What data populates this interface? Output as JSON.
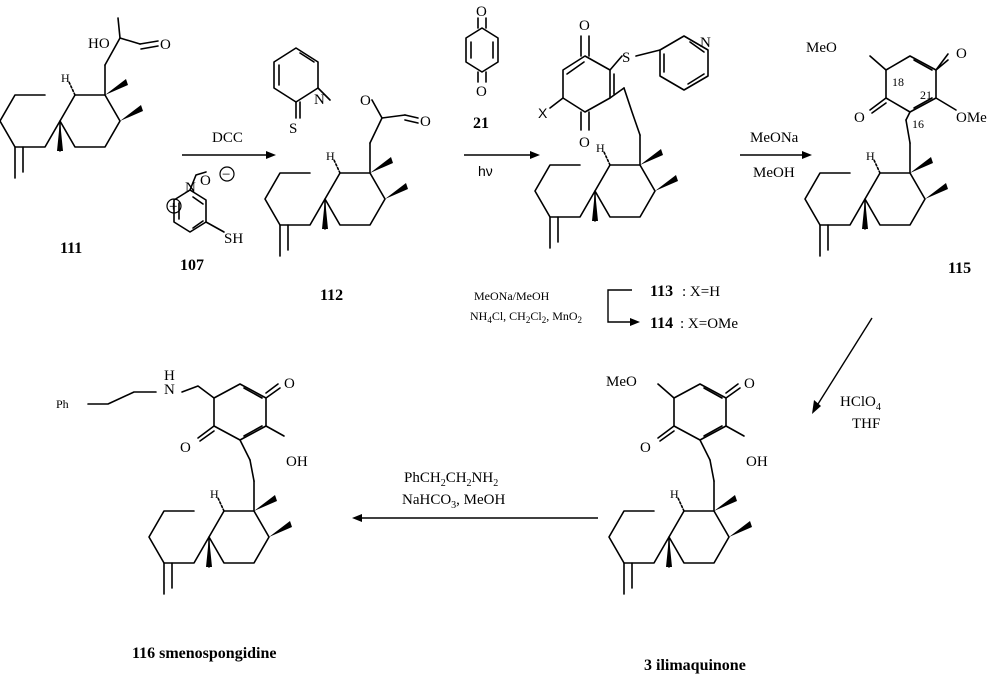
{
  "compounds": {
    "c111": "111",
    "c107": "107",
    "c112": "112",
    "c21": "21",
    "c115": "115",
    "c116": "116  smenospongidine",
    "c3": "3  ilimaquinone",
    "c113": "113",
    "c113_desc": ": X=H",
    "c114": "114",
    "c114_desc": ":  X=OMe"
  },
  "atoms": {
    "HO": "HO",
    "O": "O",
    "H": "H",
    "N": "N",
    "S": "S",
    "SH": "SH",
    "X": "X",
    "MeO": "MeO",
    "OMe": "OMe",
    "OH": "OH",
    "Ph": "Ph",
    "plus": "+",
    "minus": "−",
    "n18": "18",
    "n21": "21",
    "n16": "16"
  },
  "reagents": {
    "dcc": "DCC",
    "hv": "hν",
    "meona": "MeONa",
    "meoh": "MeOH",
    "hclo4": "HClO",
    "hclo4_sub": "4",
    "thf": "THF",
    "amine_main": "PhCH",
    "amine_2a": "2",
    "amine_ch": "CH",
    "amine_2b": "2",
    "amine_nh": "NH",
    "amine_2c": "2",
    "nahco3_a": "NaHCO",
    "nahco3_3": "3",
    "nahco3_b": ", MeOH",
    "cond1": "MeONa/MeOH",
    "cond2a": "NH",
    "cond2_4": "4",
    "cond2b": "Cl, CH",
    "cond2_2a": "2",
    "cond2c": "Cl",
    "cond2_2b": "2",
    "cond2d": ", MnO",
    "cond2_2c": "2"
  }
}
